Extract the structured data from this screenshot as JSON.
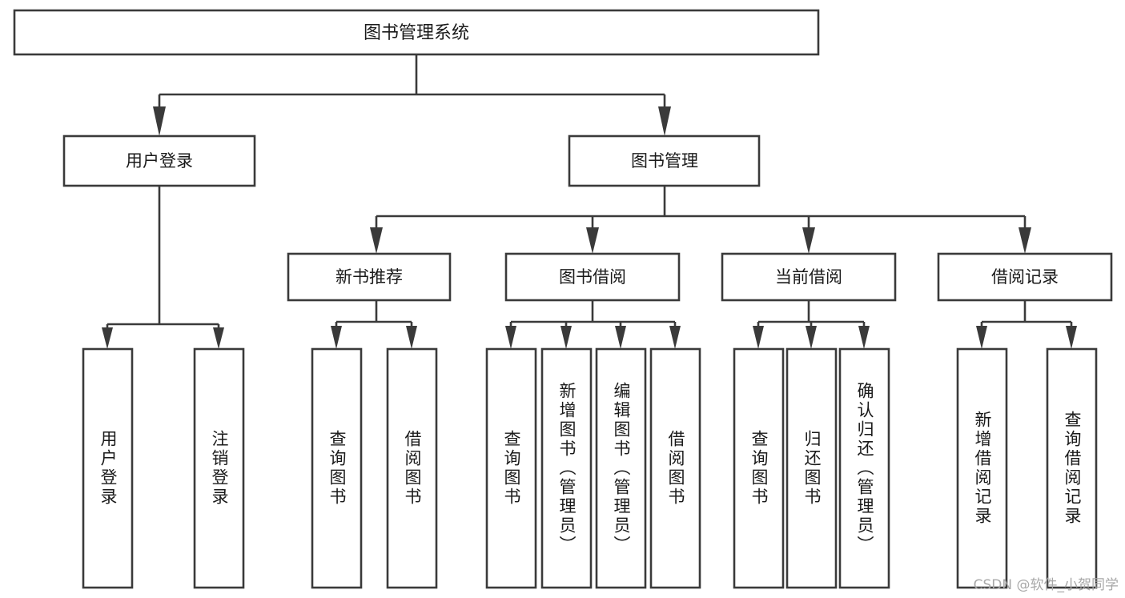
{
  "diagram": {
    "title": "图书管理系统",
    "type": "tree-hierarchy",
    "watermark": "CSDN @软件_小贺同学",
    "levels": {
      "root": "图书管理系统",
      "level2": [
        "用户登录",
        "图书管理"
      ],
      "level3": [
        "新书推荐",
        "图书借阅",
        "当前借阅",
        "借阅记录"
      ]
    },
    "nodes": {
      "root": {
        "label": "图书管理系统"
      },
      "user_login": {
        "label": "用户登录"
      },
      "book_manage": {
        "label": "图书管理"
      },
      "new_book_rec": {
        "label": "新书推荐"
      },
      "book_borrow": {
        "label": "图书借阅"
      },
      "current_borrow": {
        "label": "当前借阅"
      },
      "borrow_record": {
        "label": "借阅记录"
      }
    },
    "leaves": {
      "user_login": [
        {
          "label": "用户登录"
        },
        {
          "label": "注销登录"
        }
      ],
      "new_book_rec": [
        {
          "label": "查询图书"
        },
        {
          "label": "借阅图书"
        }
      ],
      "book_borrow": [
        {
          "label": "查询图书"
        },
        {
          "label": "新增图书（管理员）"
        },
        {
          "label": "编辑图书（管理员）"
        },
        {
          "label": "借阅图书"
        }
      ],
      "current_borrow": [
        {
          "label": "查询图书"
        },
        {
          "label": "归还图书"
        },
        {
          "label": "确认归还（管理员）"
        }
      ],
      "borrow_record": [
        {
          "label": "新增借阅记录"
        },
        {
          "label": "查询借阅记录"
        }
      ]
    },
    "colors": {
      "stroke": "#3a3a3a",
      "fill": "#ffffff",
      "text": "#1a1a1a",
      "watermark": "#a8a8a8"
    }
  }
}
